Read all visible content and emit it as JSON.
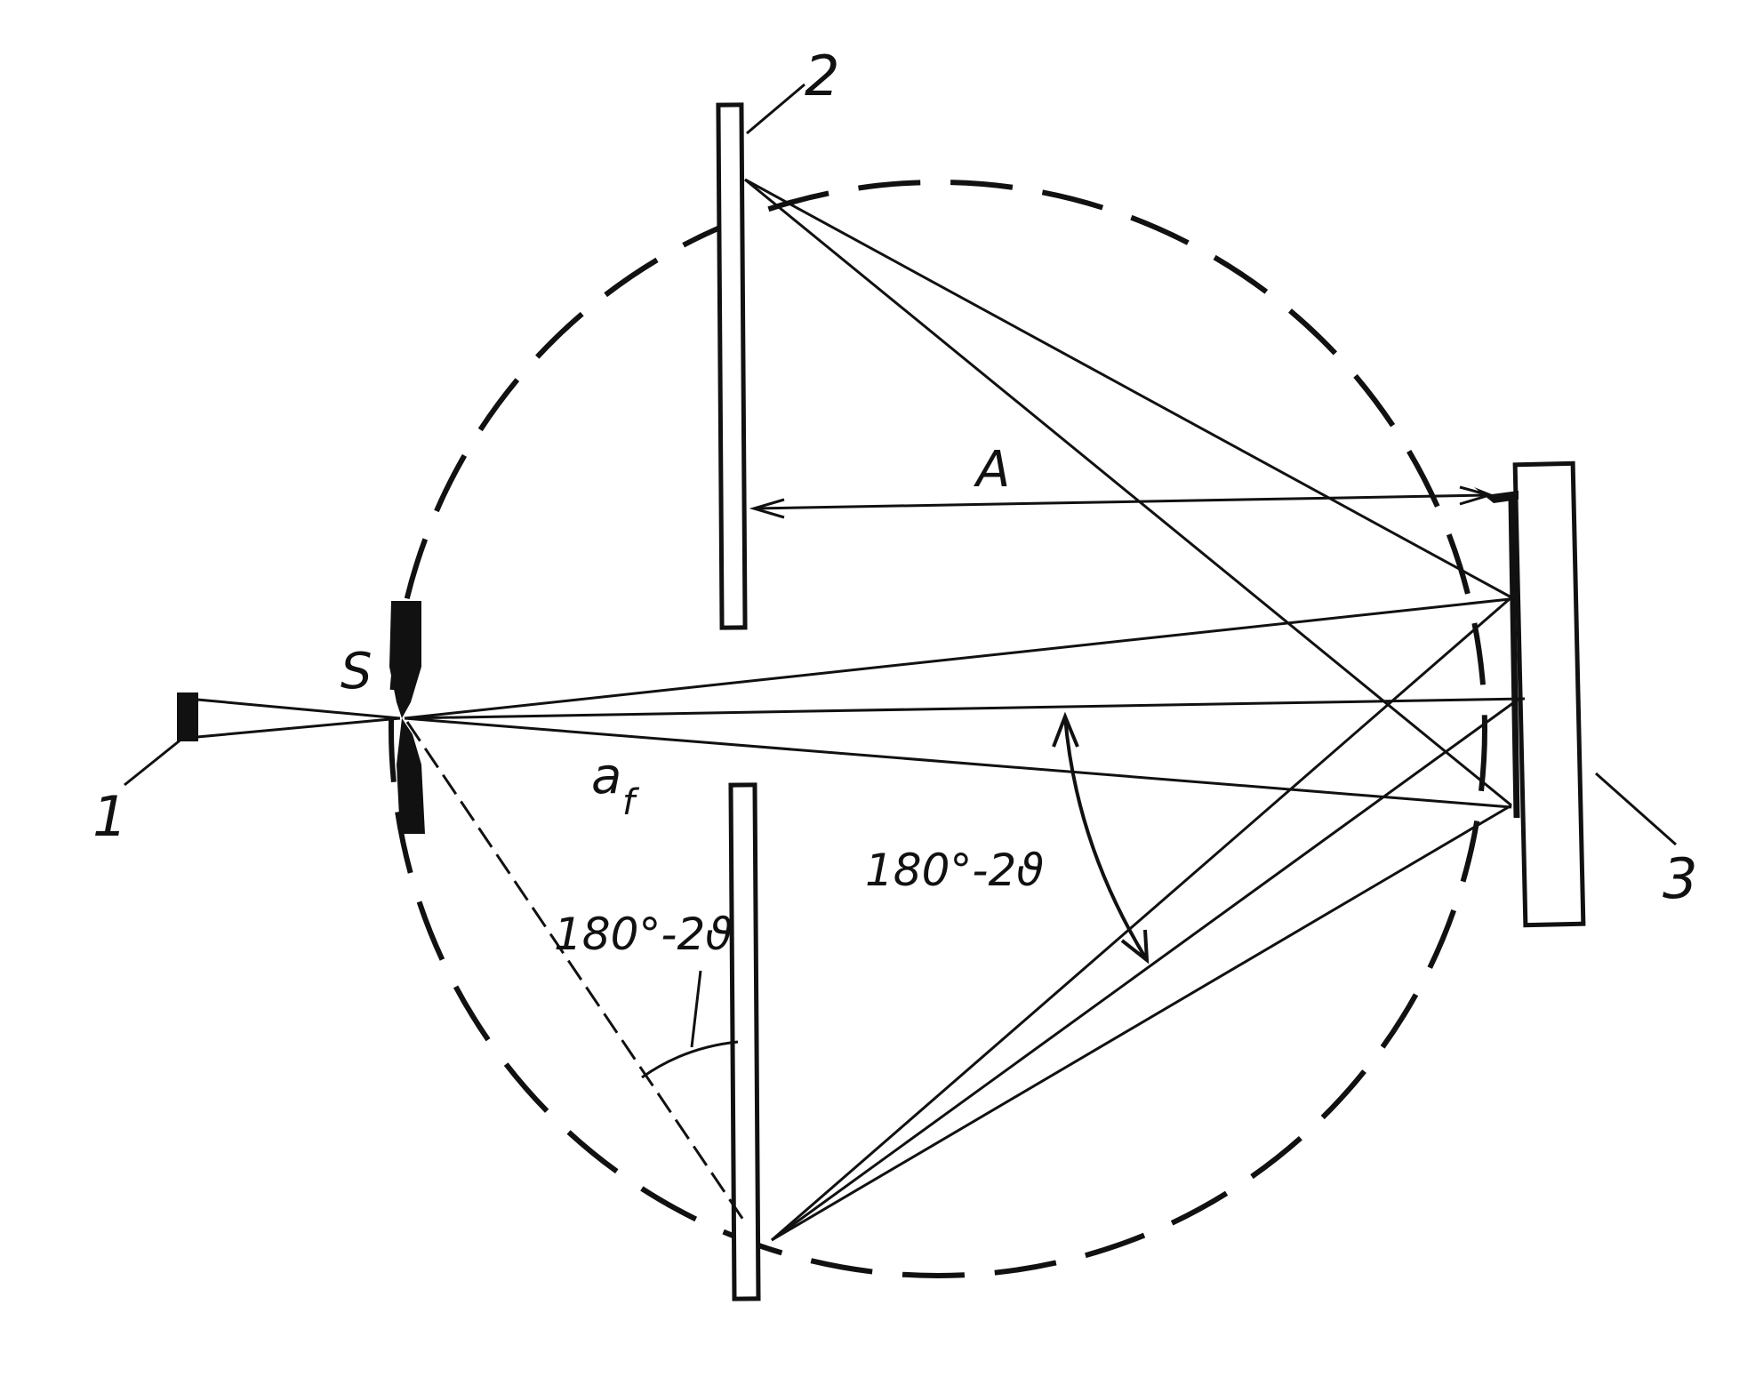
{
  "diagram": {
    "labels": {
      "source": "1",
      "sample_top": "2",
      "film": "3",
      "slit": "S",
      "distance": "A",
      "focal_angle": "a",
      "focal_angle_subscript": "f",
      "angle_bottom": "180°-2ϑ",
      "angle_right": "180°-2ϑ"
    },
    "colors": {
      "ink": "#111111",
      "paper": "#ffffff"
    }
  }
}
